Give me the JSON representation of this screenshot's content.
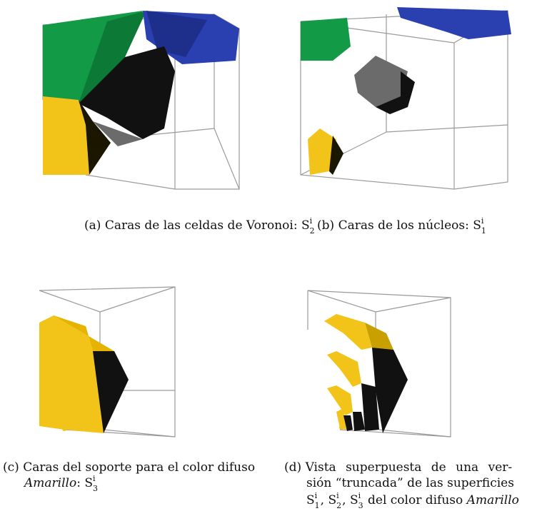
{
  "panels": [
    {
      "label": "(a)",
      "caption": "Caras de las celdas de Voronoi:",
      "math": "S",
      "sup": "i",
      "sub": "2"
    },
    {
      "label": "(b)",
      "caption": "Caras de los núcleos:",
      "math": "S",
      "sup": "i",
      "sub": "1"
    },
    {
      "label": "(c)",
      "caption_line1": "Caras del soporte para el color difuso",
      "caption_italic": "Amarillo",
      "caption_colon": ":",
      "math": "S",
      "sup": "i",
      "sub": "3"
    },
    {
      "label": "(d)",
      "line1": "Vista superpuesta de una ver-",
      "line2": "sión “truncada” de las superficies",
      "line3_math": "S",
      "line3_subs": [
        "1",
        "2",
        "3"
      ],
      "line3_sup": "i",
      "line3_text": "del color difuso",
      "line3_italic": "Amarillo"
    }
  ],
  "colors": {
    "green": "#129a46",
    "blue": "#2a3fb0",
    "yellow": "#f2c419",
    "black": "#111111",
    "gray": "#6b6b6b",
    "edge": "#9a9a9a"
  }
}
